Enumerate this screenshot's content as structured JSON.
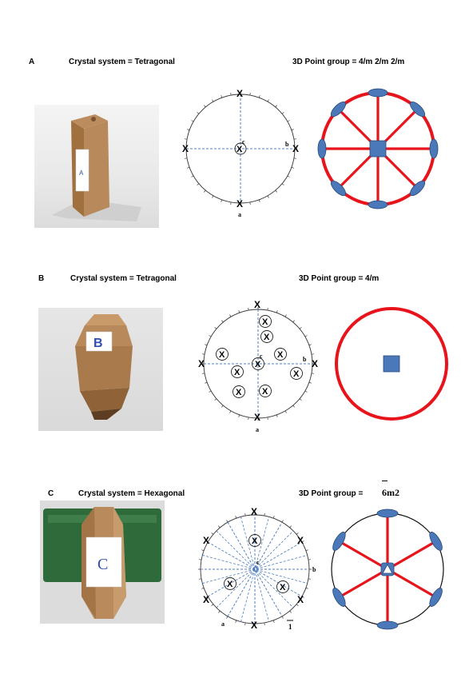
{
  "panels": [
    {
      "letter": "A",
      "system_label": "Crystal system = Tetragonal",
      "point_group_label": "3D Point group = 4/m 2/m 2/m",
      "specimen_label": "A",
      "axis_labels": {
        "a": "a",
        "b": "b",
        "c": "c"
      },
      "pole_symbol": "X",
      "photo_background": "#ffffff"
    },
    {
      "letter": "B",
      "system_label": "Crystal system = Tetragonal",
      "point_group_label": "3D Point group = 4/m",
      "specimen_label": "B",
      "axis_labels": {
        "a": "a",
        "b": "b",
        "c": "c"
      },
      "pole_symbol": "X"
    },
    {
      "letter": "C",
      "system_label": "Crystal system =  Hexagonal",
      "point_group_label": "3D Point group = ",
      "point_group_symbol": "6m2",
      "specimen_label": "C",
      "axis_labels": {
        "a": "a",
        "b": "b",
        "c": "c",
        "inversion": "1"
      },
      "pole_symbol": "X"
    }
  ],
  "colors": {
    "mirror": "#e8141c",
    "axis_fill": "#4a78b8",
    "axis_stroke": "#2a4a78",
    "dashed": "#4f7fc4",
    "wood": "#a87a50",
    "wood_dark": "#7b5433",
    "tray_green": "#2f6b3a"
  }
}
